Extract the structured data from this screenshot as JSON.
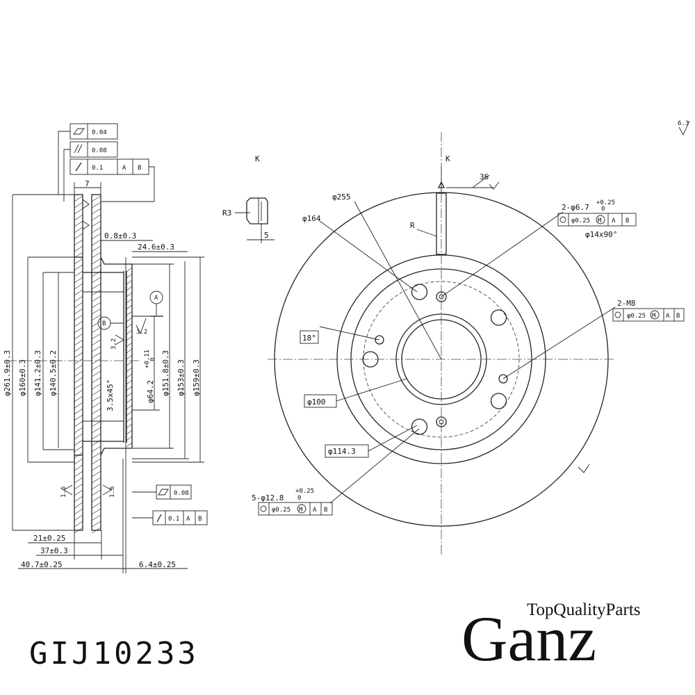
{
  "drawing": {
    "part_number": "GIJ10233",
    "brand": {
      "name": "Ganz",
      "tagline": "TopQualityParts"
    },
    "surface_finish": "6.3",
    "view_labels": {
      "view_k_left": "K",
      "view_k_right": "K"
    },
    "tolerance_frames": {
      "flatness": "0.04",
      "parallelism": "0.08",
      "runout": "0.1",
      "runout_ref_a": "A",
      "runout_ref_b": "B",
      "bottom_flatness": "0.08",
      "bottom_runout": "0.1",
      "bottom_ref_a": "A",
      "bottom_ref_b": "B"
    },
    "section_dims": {
      "width_top": "7",
      "d_0_8": "0.8±0.3",
      "d_24_6": "24.6±0.3",
      "dia_261_9": "φ261.9±0.3",
      "dia_160": "φ160±0.3",
      "dia_141_2": "φ141.2±0.3",
      "dia_140_5": "φ140.5±0.2",
      "dia_64_2": "φ64.2",
      "dia_64_2_tol_up": "+0.11",
      "dia_64_2_tol_lo": "0",
      "dia_151_8": "φ151.8±0.3",
      "dia_153": "φ153±0.3",
      "dia_159": "φ159±0.3",
      "chamfer": "3.5x45°",
      "roughness_3_2a": "3.2",
      "roughness_3_2b": "3.2",
      "roughness_1_6a": "1.6",
      "roughness_1_6b": "1.6",
      "datum_a": "A",
      "datum_b": "B",
      "d_21": "21±0.25",
      "d_37": "37±0.3",
      "d_40_7": "40.7±0.25",
      "d_6_4": "6.4±0.25"
    },
    "detail_k": {
      "radius": "R3",
      "width": "5"
    },
    "front_dims": {
      "angle_36": "36",
      "dia_255": "φ255",
      "dia_164": "φ164",
      "slot_r": "R",
      "holes_2": "2-φ6.7",
      "holes_2_tol_up": "+0.25",
      "holes_2_tol_lo": "0",
      "holes_2_pos": "φ0.25",
      "holes_2_ref_a": "A",
      "holes_2_ref_b": "B",
      "countersink": "φ14x90°",
      "thread": "2-M8",
      "thread_pos": "φ0.25",
      "thread_ref_a": "A",
      "thread_ref_b": "B",
      "angle_18": "18°",
      "dia_100": "φ100",
      "dia_114_3": "φ114.3",
      "holes_5": "5-φ12.8",
      "holes_5_tol_up": "+0.25",
      "holes_5_tol_lo": "0",
      "holes_5_pos": "φ0.25",
      "holes_5_ref_a": "A",
      "holes_5_ref_b": "B",
      "mmc": "M"
    }
  }
}
